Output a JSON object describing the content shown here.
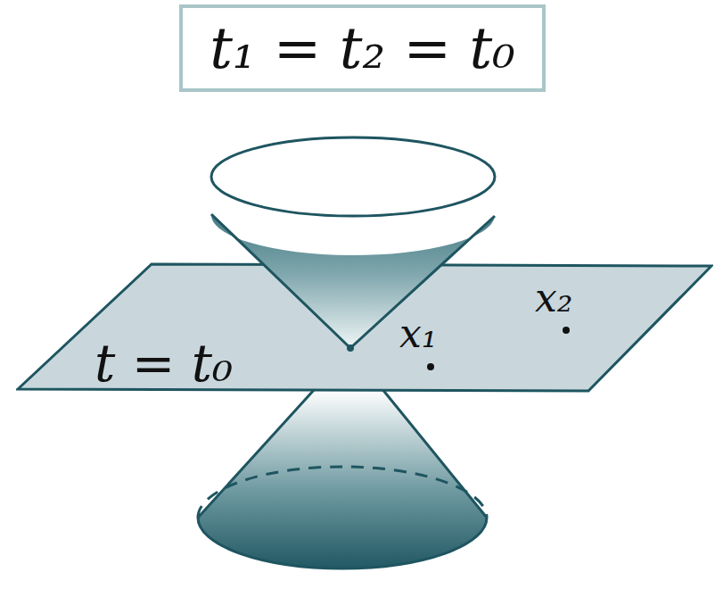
{
  "diagram": {
    "nodes": [
      {
        "text": [
          "t₁ = t₂ = t₀"
        ]
      },
      {
        "text": [
          "t = t₀"
        ]
      }
    ],
    "labels": [
      "x₁",
      "x₂"
    ]
  }
}
